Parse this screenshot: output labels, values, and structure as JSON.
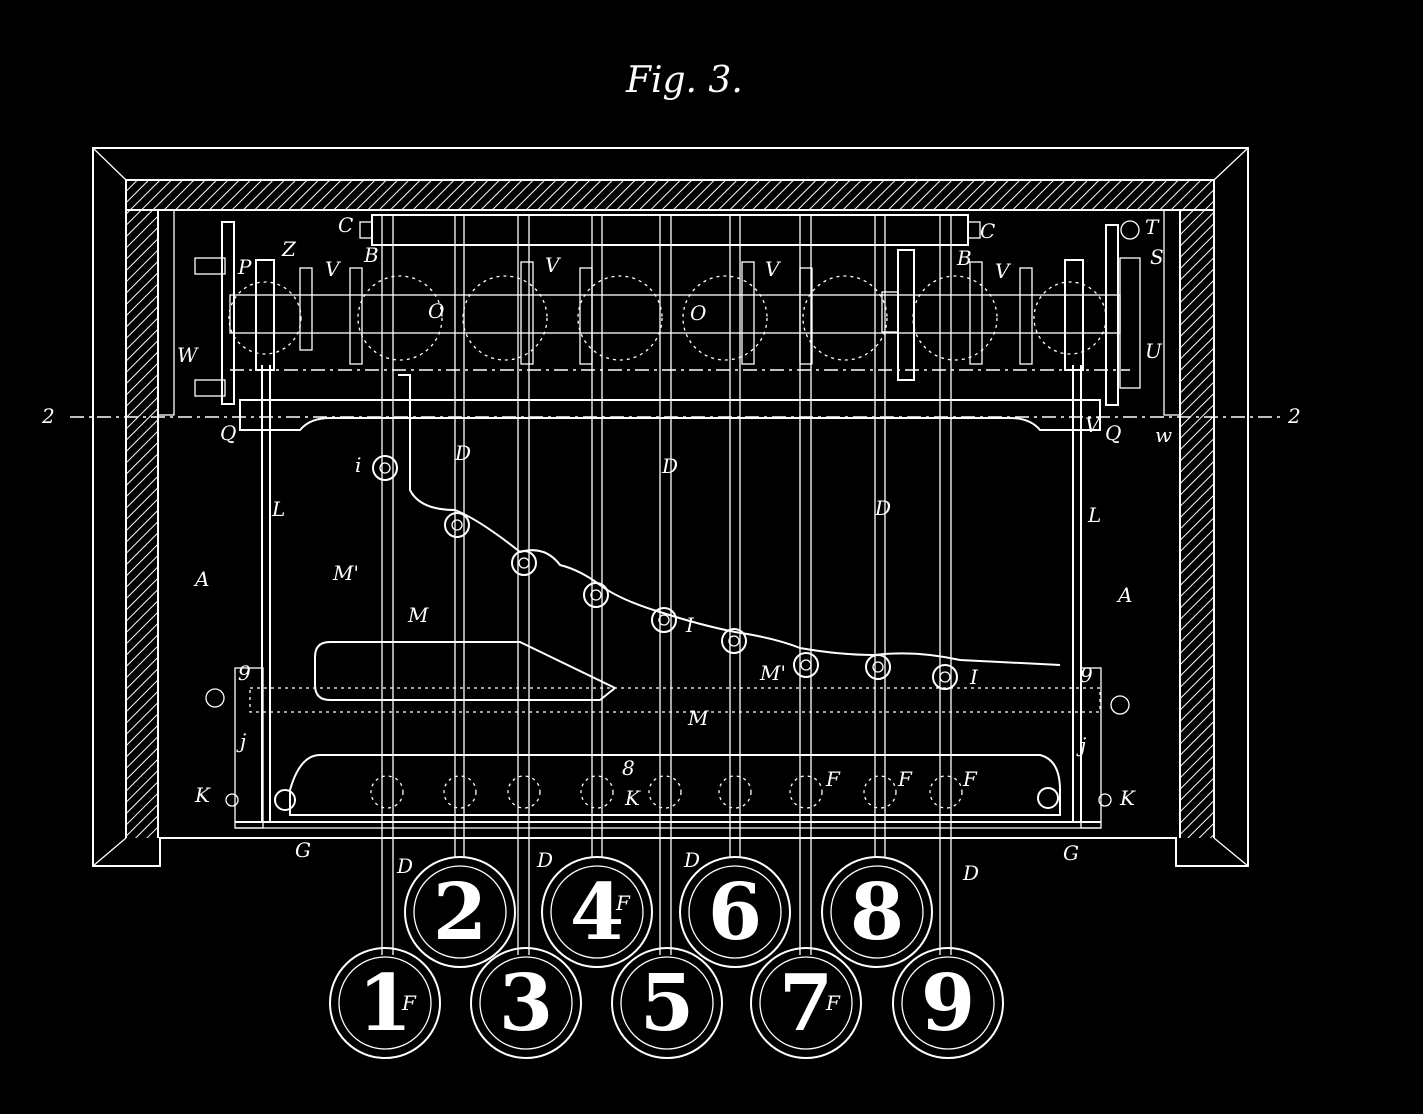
{
  "figure": {
    "title": "Fig. 3.",
    "section_marks": [
      "2",
      "2"
    ],
    "keys": [
      {
        "number": "1",
        "mark": "F"
      },
      {
        "number": "2",
        "mark": ""
      },
      {
        "number": "3",
        "mark": ""
      },
      {
        "number": "4",
        "mark": "F"
      },
      {
        "number": "5",
        "mark": ""
      },
      {
        "number": "6",
        "mark": ""
      },
      {
        "number": "7",
        "mark": "F"
      },
      {
        "number": "8",
        "mark": ""
      },
      {
        "number": "9",
        "mark": ""
      }
    ],
    "labels": {
      "A": "A",
      "B": "B",
      "C": "C",
      "D": "D",
      "G": "G",
      "I": "I",
      "i": "i",
      "j": "j",
      "K": "K",
      "L": "L",
      "M": "M",
      "M1": "M'",
      "O": "O",
      "P": "P",
      "Q": "Q",
      "S": "S",
      "T": "T",
      "U": "U",
      "V": "V",
      "W": "W",
      "w": "w",
      "Z": "Z",
      "n8": "8",
      "n9": "9",
      "F": "F"
    },
    "colors": {
      "background": "#000000",
      "ink": "#ffffff"
    }
  }
}
